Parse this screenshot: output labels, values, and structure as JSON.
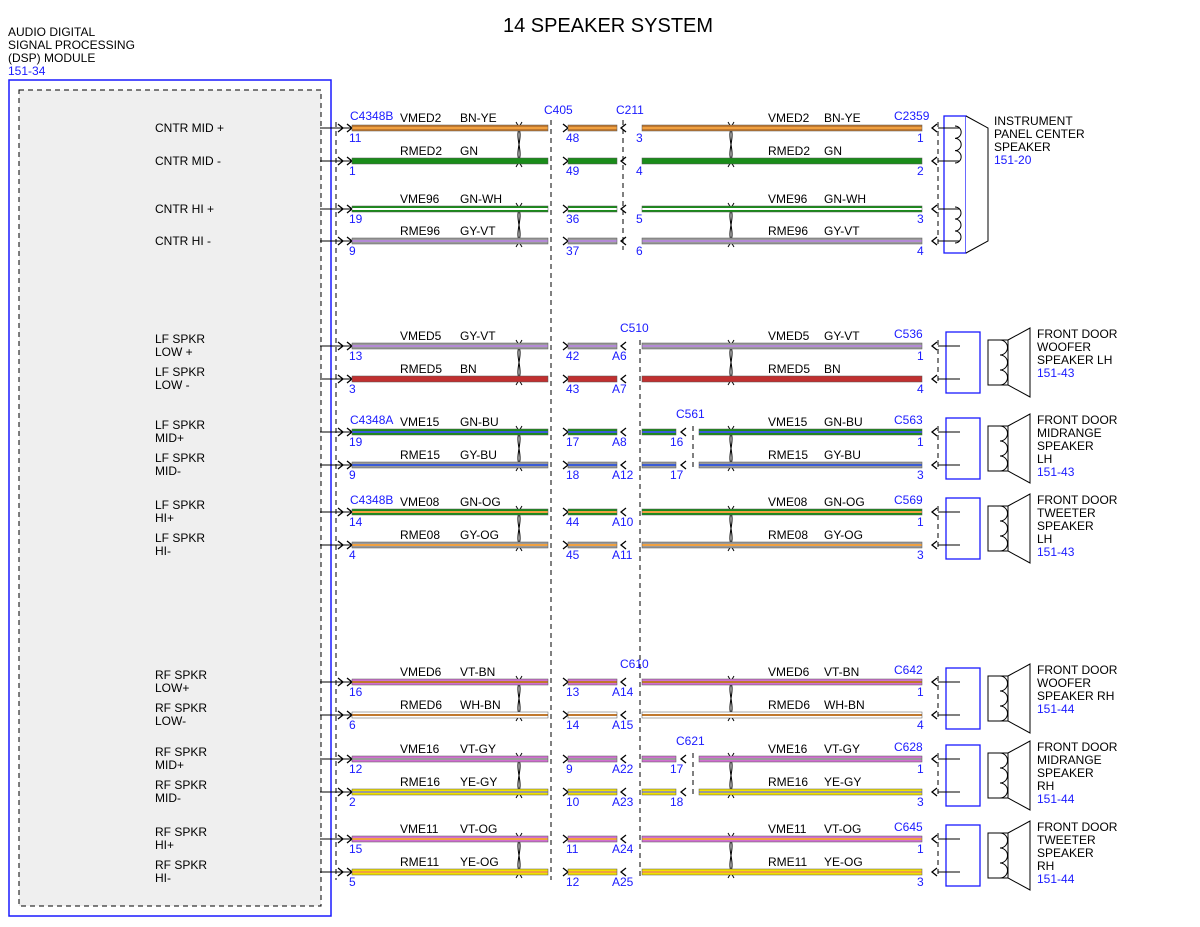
{
  "title": "14 SPEAKER SYSTEM",
  "module": {
    "lines": [
      "AUDIO DIGITAL",
      "SIGNAL PROCESSING",
      "(DSP) MODULE"
    ],
    "ref": "151-34"
  },
  "colors": {
    "BN-YE": [
      "#c0782e",
      "#f0a040"
    ],
    "GN": [
      "#1a8c1a",
      "#1a8c1a"
    ],
    "GN-WH": [
      "#1a8c1a",
      "#ffffff"
    ],
    "GY-VT": [
      "#9a9a9a",
      "#b48ad6"
    ],
    "BN": [
      "#c03030",
      "#c03030"
    ],
    "GN-BU": [
      "#1a8c1a",
      "#3a5cd8"
    ],
    "GY-BU": [
      "#9a9a9a",
      "#3a5cd8"
    ],
    "GN-OG": [
      "#1a8c1a",
      "#f0a040"
    ],
    "GY-OG": [
      "#9a9a9a",
      "#f0a040"
    ],
    "VT-BN": [
      "#d070d0",
      "#c0782e"
    ],
    "WH-BN": [
      "#ffffff",
      "#c0782e"
    ],
    "VT-GY": [
      "#d070d0",
      "#9a9a9a"
    ],
    "YE-GY": [
      "#f0e000",
      "#9a9a9a"
    ],
    "VT-OG": [
      "#d070d0",
      "#f0a040"
    ],
    "YE-OG": [
      "#f0e000",
      "#f0a040"
    ]
  },
  "groups": [
    {
      "id": "center",
      "module_conn": "C4348B",
      "mid_conns": [
        "C405",
        "C211"
      ],
      "far_conn": "C2359",
      "speaker": {
        "type": "center",
        "lines": [
          "INSTRUMENT",
          "PANEL CENTER",
          "SPEAKER"
        ],
        "ref": "151-20"
      },
      "circuits": [
        {
          "label": [
            "CNTR MID +"
          ],
          "pin": "11",
          "circuit": "VMED2",
          "color": "BN-YE",
          "s2": "48",
          "s3": "3",
          "far_pin": "1"
        },
        {
          "label": [
            "CNTR MID -"
          ],
          "pin": "1",
          "circuit": "RMED2",
          "color": "GN",
          "s2": "49",
          "s3": "4",
          "far_pin": "2"
        },
        {
          "label": [
            "CNTR HI +"
          ],
          "pin": "19",
          "circuit": "VME96",
          "color": "GN-WH",
          "s2": "36",
          "s3": "5",
          "far_pin": "3"
        },
        {
          "label": [
            "CNTR HI -"
          ],
          "pin": "9",
          "circuit": "RME96",
          "color": "GY-VT",
          "s2": "37",
          "s3": "6",
          "far_pin": "4"
        }
      ]
    },
    {
      "id": "lf-woofer",
      "module_conn": "",
      "inline_conn": "C510",
      "far_conn": "C536",
      "speaker": {
        "lines": [
          "FRONT DOOR",
          "WOOFER",
          "SPEAKER LH"
        ],
        "ref": "151-43"
      },
      "circuits": [
        {
          "label": [
            "LF SPKR",
            "LOW +"
          ],
          "pin": "13",
          "circuit": "VMED5",
          "color": "GY-VT",
          "s2": "42",
          "s3": "A6",
          "far_pin": "1"
        },
        {
          "label": [
            "LF SPKR",
            "LOW -"
          ],
          "pin": "3",
          "circuit": "RMED5",
          "color": "BN",
          "s2": "43",
          "s3": "A7",
          "far_pin": "4"
        }
      ]
    },
    {
      "id": "lf-mid",
      "module_conn": "C4348A",
      "extra_conn": "C561",
      "far_conn": "C563",
      "speaker": {
        "lines": [
          "FRONT DOOR",
          "MIDRANGE",
          "SPEAKER",
          "LH"
        ],
        "ref": "151-43"
      },
      "circuits": [
        {
          "label": [
            "LF SPKR",
            "MID+"
          ],
          "pin": "19",
          "circuit": "VME15",
          "color": "GN-BU",
          "s2": "17",
          "s3": "A8",
          "s4": "16",
          "far_pin": "1"
        },
        {
          "label": [
            "LF SPKR",
            "MID-"
          ],
          "pin": "9",
          "circuit": "RME15",
          "color": "GY-BU",
          "s2": "18",
          "s3": "A12",
          "s4": "17",
          "far_pin": "3"
        }
      ]
    },
    {
      "id": "lf-tweeter",
      "module_conn": "C4348B",
      "far_conn": "C569",
      "speaker": {
        "lines": [
          "FRONT DOOR",
          "TWEETER",
          "SPEAKER",
          "LH"
        ],
        "ref": "151-43"
      },
      "circuits": [
        {
          "label": [
            "LF SPKR",
            "HI+"
          ],
          "pin": "14",
          "circuit": "VME08",
          "color": "GN-OG",
          "s2": "44",
          "s3": "A10",
          "far_pin": "1"
        },
        {
          "label": [
            "LF SPKR",
            "HI-"
          ],
          "pin": "4",
          "circuit": "RME08",
          "color": "GY-OG",
          "s2": "45",
          "s3": "A11",
          "far_pin": "3"
        }
      ]
    },
    {
      "id": "rf-woofer",
      "module_conn": "",
      "inline_conn": "C610",
      "far_conn": "C642",
      "speaker": {
        "lines": [
          "FRONT DOOR",
          "WOOFER",
          "SPEAKER RH"
        ],
        "ref": "151-44"
      },
      "circuits": [
        {
          "label": [
            "RF SPKR",
            "LOW+"
          ],
          "pin": "16",
          "circuit": "VMED6",
          "color": "VT-BN",
          "s2": "13",
          "s3": "A14",
          "far_pin": "1"
        },
        {
          "label": [
            "RF SPKR",
            "LOW-"
          ],
          "pin": "6",
          "circuit": "RMED6",
          "color": "WH-BN",
          "s2": "14",
          "s3": "A15",
          "far_pin": "4"
        }
      ]
    },
    {
      "id": "rf-mid",
      "module_conn": "",
      "extra_conn": "C621",
      "far_conn": "C628",
      "speaker": {
        "lines": [
          "FRONT DOOR",
          "MIDRANGE",
          "SPEAKER",
          "RH"
        ],
        "ref": "151-44"
      },
      "circuits": [
        {
          "label": [
            "RF SPKR",
            "MID+"
          ],
          "pin": "12",
          "circuit": "VME16",
          "color": "VT-GY",
          "s2": "9",
          "s3": "A22",
          "s4": "17",
          "far_pin": "1"
        },
        {
          "label": [
            "RF SPKR",
            "MID-"
          ],
          "pin": "2",
          "circuit": "RME16",
          "color": "YE-GY",
          "s2": "10",
          "s3": "A23",
          "s4": "18",
          "far_pin": "3"
        }
      ]
    },
    {
      "id": "rf-tweeter",
      "module_conn": "",
      "far_conn": "C645",
      "speaker": {
        "lines": [
          "FRONT DOOR",
          "TWEETER",
          "SPEAKER",
          "RH"
        ],
        "ref": "151-44"
      },
      "circuits": [
        {
          "label": [
            "RF SPKR",
            "HI+"
          ],
          "pin": "15",
          "circuit": "VME11",
          "color": "VT-OG",
          "s2": "11",
          "s3": "A24",
          "far_pin": "1"
        },
        {
          "label": [
            "RF SPKR",
            "HI-"
          ],
          "pin": "5",
          "circuit": "RME11",
          "color": "YE-OG",
          "s2": "12",
          "s3": "A25",
          "far_pin": "3"
        }
      ]
    }
  ]
}
